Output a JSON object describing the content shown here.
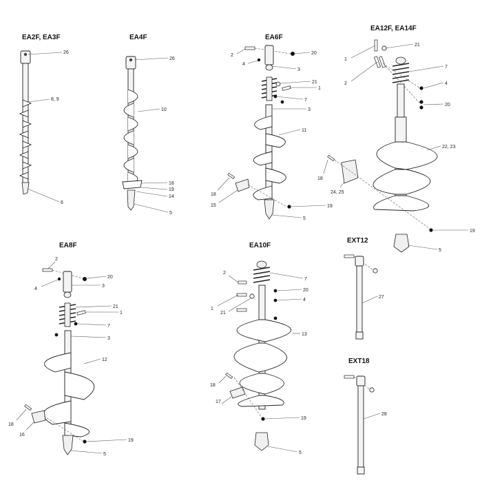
{
  "assemblies": [
    {
      "id": "ea2f",
      "title": "EA2F, EA3F",
      "callouts": [
        "26",
        "8, 9",
        "6"
      ]
    },
    {
      "id": "ea4f",
      "title": "EA4F",
      "callouts": [
        "26",
        "10",
        "18",
        "19",
        "14",
        "5"
      ]
    },
    {
      "id": "ea6f",
      "title": "EA6F",
      "callouts": [
        "2",
        "20",
        "4",
        "3",
        "21",
        "1",
        "7",
        "3",
        "11",
        "18",
        "15",
        "19",
        "5"
      ]
    },
    {
      "id": "ea12f",
      "title": "EA12F, EA14F",
      "callouts": [
        "21",
        "1",
        "7",
        "2",
        "4",
        "20",
        "22, 23",
        "18",
        "24, 25",
        "19",
        "5"
      ]
    },
    {
      "id": "ea8f",
      "title": "EA8F",
      "callouts": [
        "2",
        "20",
        "4",
        "3",
        "21",
        "1",
        "7",
        "3",
        "12",
        "18",
        "16",
        "19",
        "5"
      ]
    },
    {
      "id": "ea10f",
      "title": "EA10F",
      "callouts": [
        "2",
        "7",
        "20",
        "1",
        "4",
        "21",
        "13",
        "18",
        "17",
        "19",
        "5"
      ]
    },
    {
      "id": "ext12",
      "title": "EXT12",
      "callouts": [
        "27"
      ]
    },
    {
      "id": "ext18",
      "title": "EXT18",
      "callouts": [
        "28"
      ]
    }
  ]
}
